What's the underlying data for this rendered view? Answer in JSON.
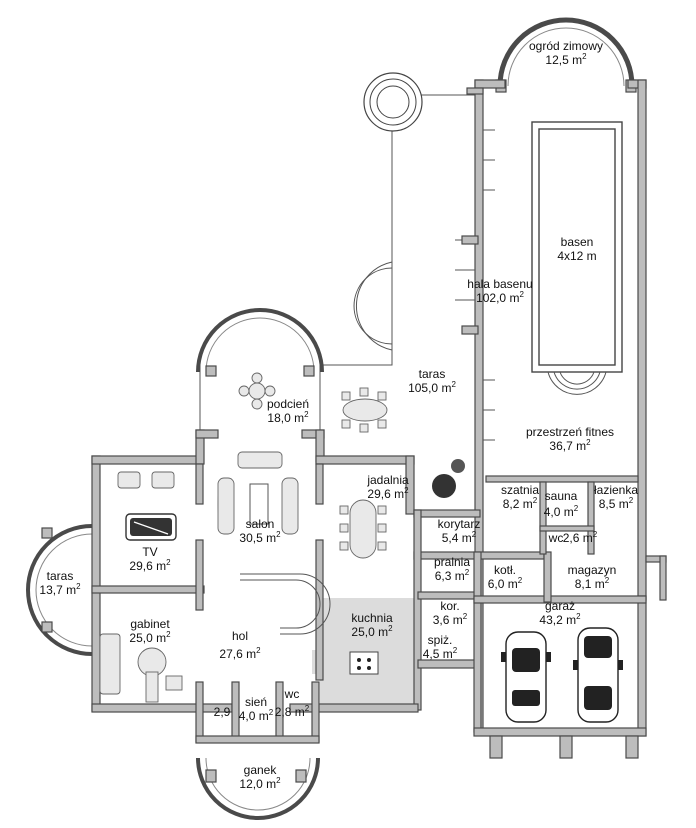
{
  "area_unit": "m",
  "area_unit_superscript": "2",
  "rooms": [
    {
      "id": "ogrod",
      "name": "ogród zimowy",
      "area": "12,5"
    },
    {
      "id": "basen",
      "name": "basen",
      "area": "4x12 m"
    },
    {
      "id": "hala",
      "name": "hala basenu",
      "area": "102,0"
    },
    {
      "id": "taras-main",
      "name": "taras",
      "area": "105,0"
    },
    {
      "id": "fitness",
      "name": "przestrzeń fitnes",
      "area": "36,7"
    },
    {
      "id": "podcien",
      "name": "podcień",
      "area": "18,0"
    },
    {
      "id": "jadalnia",
      "name": "jadalnia",
      "area": "29,6"
    },
    {
      "id": "szatnia",
      "name": "szatnia",
      "area": "8,2"
    },
    {
      "id": "sauna",
      "name": "sauna",
      "area": "4,0"
    },
    {
      "id": "lazienka",
      "name": "łazienka",
      "area": "8,5"
    },
    {
      "id": "korytarz",
      "name": "korytarz",
      "area": "5,4"
    },
    {
      "id": "wc-fit",
      "name": "wc",
      "area": "2,6"
    },
    {
      "id": "salon",
      "name": "salon",
      "area": "30,5"
    },
    {
      "id": "tv",
      "name": "TV",
      "area": "29,6"
    },
    {
      "id": "taras-side",
      "name": "taras",
      "area": "13,7"
    },
    {
      "id": "pralnia",
      "name": "pralnia",
      "area": "6,3"
    },
    {
      "id": "kotl",
      "name": "kotł.",
      "area": "6,0"
    },
    {
      "id": "magazyn",
      "name": "magazyn",
      "area": "8,1"
    },
    {
      "id": "kuchnia",
      "name": "kuchnia",
      "area": "25,0"
    },
    {
      "id": "kor",
      "name": "kor.",
      "area": "3,6"
    },
    {
      "id": "garaz",
      "name": "garaż",
      "area": "43,2"
    },
    {
      "id": "gabinet",
      "name": "gabinet",
      "area": "25,0"
    },
    {
      "id": "hol",
      "name": "hol",
      "area": "27,6"
    },
    {
      "id": "spiz",
      "name": "spiż.",
      "area": "4,5"
    },
    {
      "id": "sien",
      "name": "sień",
      "area": "4,0"
    },
    {
      "id": "wc-main",
      "name": "wc",
      "area": "2,8"
    },
    {
      "id": "garderoba",
      "name": "",
      "area": "2,9"
    },
    {
      "id": "ganek",
      "name": "ganek",
      "area": "12,0"
    }
  ]
}
